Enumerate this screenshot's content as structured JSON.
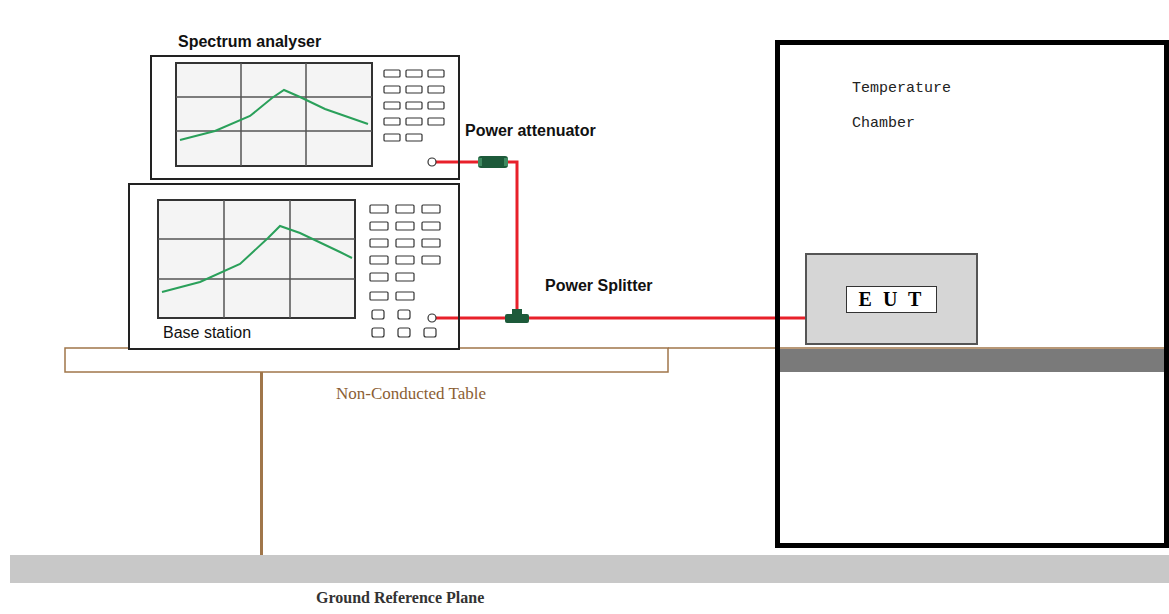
{
  "diagram": {
    "nodes": [
      {
        "text": [
          "Spectrum analyser"
        ]
      },
      {
        "text": [
          "Power attenuator"
        ]
      },
      {
        "text": [
          "Base station"
        ]
      },
      {
        "text": [
          "Power Splitter"
        ]
      },
      {
        "text": [
          "Temperature Chamber"
        ]
      },
      {
        "text": [
          "E U T"
        ],
        "in": 4
      }
    ],
    "edges": [
      {
        "from": 1,
        "to": 0,
        "arrow": "none"
      },
      {
        "from": 3,
        "to": 1,
        "arrow": "none"
      },
      {
        "from": 2,
        "to": 3,
        "arrow": "none"
      },
      {
        "from": 3,
        "to": 5,
        "arrow": "none"
      }
    ],
    "labels": [
      "Non-Conducted Table",
      "Ground Reference Plane"
    ]
  }
}
